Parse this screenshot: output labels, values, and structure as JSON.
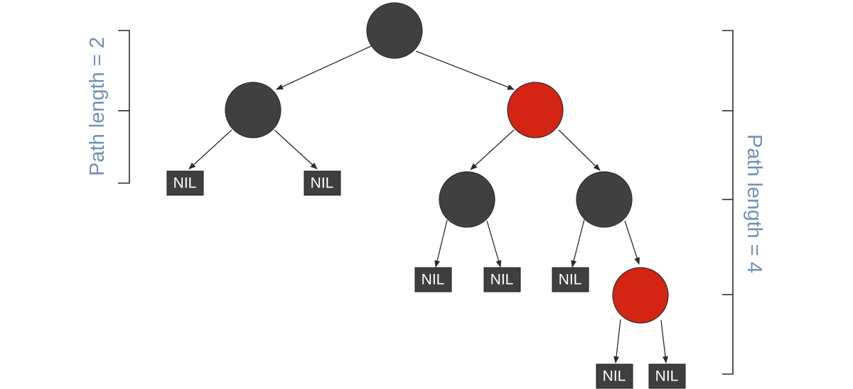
{
  "colors": {
    "black_node": "#404040",
    "red_node": "#d42413",
    "nil_box": "#3f3f3f",
    "label_text": "#6f90b8"
  },
  "nil_label": "NIL",
  "path_labels": {
    "left": "Path length = 2",
    "right": "Path length = 4"
  },
  "tree": {
    "nodes": [
      {
        "id": "root",
        "color": "black"
      },
      {
        "id": "left-child",
        "color": "black"
      },
      {
        "id": "right-child",
        "color": "red"
      },
      {
        "id": "right-left",
        "color": "black"
      },
      {
        "id": "right-right",
        "color": "black"
      },
      {
        "id": "right-right-right",
        "color": "red"
      }
    ]
  }
}
